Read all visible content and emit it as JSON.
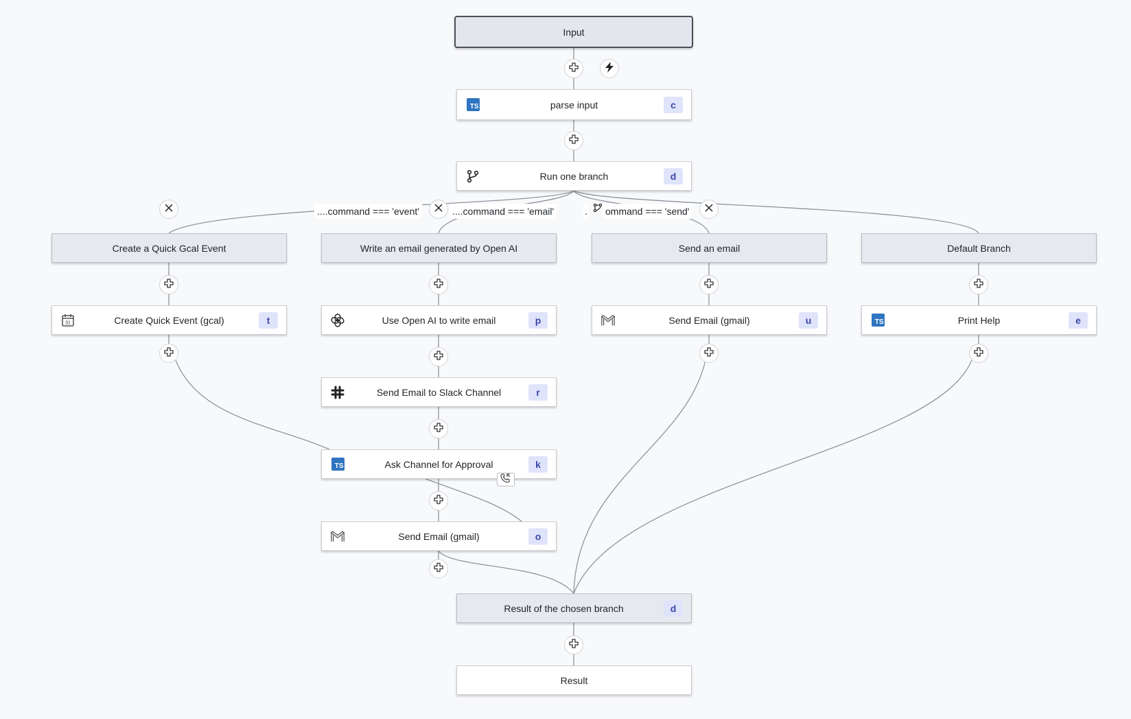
{
  "nodes": {
    "input": {
      "label": "Input"
    },
    "parse_input": {
      "label": "parse input",
      "badge": "c",
      "icon": "typescript-icon"
    },
    "run_one_branch": {
      "label": "Run one branch",
      "badge": "d",
      "icon": "branch-icon"
    },
    "group_event": {
      "label": "Create a Quick Gcal Event"
    },
    "group_openai": {
      "label": "Write an email generated by Open AI"
    },
    "group_send": {
      "label": "Send an email"
    },
    "group_default": {
      "label": "Default Branch"
    },
    "create_quick_event": {
      "label": "Create Quick Event (gcal)",
      "badge": "t",
      "icon": "calendar-icon"
    },
    "use_openai": {
      "label": "Use Open AI to write email",
      "badge": "p",
      "icon": "openai-icon"
    },
    "send_email_u": {
      "label": "Send Email (gmail)",
      "badge": "u",
      "icon": "gmail-icon"
    },
    "print_help": {
      "label": "Print Help",
      "badge": "e",
      "icon": "typescript-icon"
    },
    "send_slack": {
      "label": "Send Email to Slack Channel",
      "badge": "r",
      "icon": "slack-icon"
    },
    "ask_channel": {
      "label": "Ask Channel for Approval",
      "badge": "k",
      "icon": "typescript-icon"
    },
    "send_email_o": {
      "label": "Send Email (gmail)",
      "badge": "o",
      "icon": "gmail-icon"
    },
    "result_branch": {
      "label": "Result of the chosen branch",
      "badge": "d"
    },
    "result": {
      "label": "Result"
    }
  },
  "branch_labels": {
    "event": "....command === 'event'",
    "email": "....command === 'email'",
    "send": "ommand === 'send'",
    "send_prefix": "."
  },
  "icons": {
    "add": "plus-icon",
    "trigger": "lightning-icon",
    "remove": "close-icon",
    "suspend": "phone-callback-icon",
    "branch_predicate": "predicate-icon"
  },
  "colors": {
    "background": "#f8f9fb",
    "group_fill": "#e6e9ee",
    "badge_fill": "#dfe4fb",
    "badge_text": "#3a46a8",
    "typescript": "#2f74c0",
    "edge": "#8f949b"
  }
}
